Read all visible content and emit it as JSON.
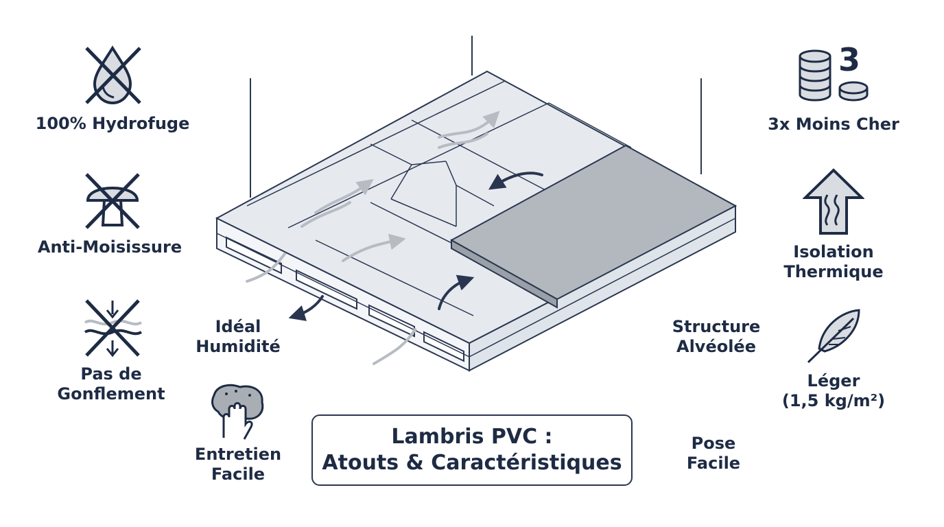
{
  "title": {
    "line1": "Lambris PVC :",
    "line2": "Atouts & Caractéristiques"
  },
  "features_left": [
    {
      "name": "hydrofuge",
      "lines": [
        "100% Hydrofuge"
      ],
      "icon": "water-drop-crossed-icon"
    },
    {
      "name": "anti-moisissure",
      "lines": [
        "Anti-Moisissure"
      ],
      "icon": "mushroom-crossed-icon"
    },
    {
      "name": "pas-de-gonflement",
      "lines": [
        "Pas de",
        "Gonflement"
      ],
      "icon": "swelling-crossed-icon"
    }
  ],
  "features_center": [
    {
      "name": "ideal-humidite",
      "lines": [
        "Idéal",
        "Humidité"
      ]
    },
    {
      "name": "entretien-facile",
      "lines": [
        "Entretien",
        "Facile"
      ],
      "icon": "hand-sponge-icon"
    }
  ],
  "features_right": [
    {
      "name": "moins-cher",
      "lines": [
        "3x Moins Cher"
      ],
      "icon": "coin-stacks-icon",
      "icon_text": "3"
    },
    {
      "name": "isolation-thermique",
      "lines": [
        "Isolation",
        "Thermique"
      ],
      "icon": "heat-arrow-up-icon"
    },
    {
      "name": "leger",
      "lines": [
        "Léger",
        "(1,5 kg/m²)"
      ],
      "icon": "feather-icon"
    },
    {
      "name": "structure-alveolee",
      "lines": [
        "Structure",
        "Alvéolée"
      ]
    },
    {
      "name": "pose-facile",
      "lines": [
        "Pose",
        "Facile"
      ]
    }
  ],
  "colors": {
    "ink": "#1e2b44",
    "panel_top": "#e6eaef",
    "panel_edge": "#cfd6de",
    "overlay_plank": "#b3b8be",
    "air_swirl": "#b7bcc3"
  }
}
